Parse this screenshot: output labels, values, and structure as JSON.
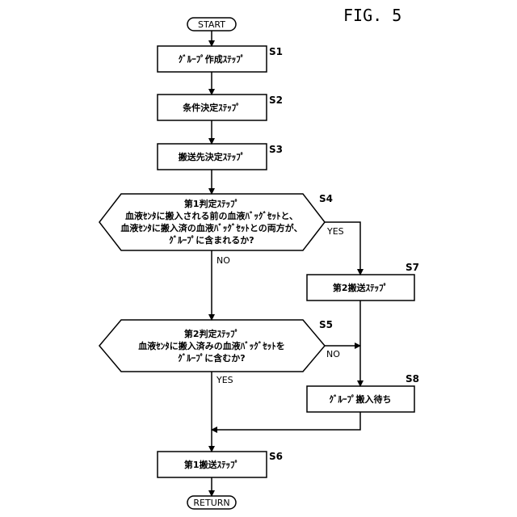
{
  "figure_label": "FIG. 5",
  "terminals": {
    "start": "START",
    "end": "RETURN"
  },
  "steps": {
    "s1": {
      "id": "S1",
      "text": "ｸﾞﾙｰﾌﾟ作成ｽﾃｯﾌﾟ"
    },
    "s2": {
      "id": "S2",
      "text": "条件決定ｽﾃｯﾌﾟ"
    },
    "s3": {
      "id": "S3",
      "text": "搬送先決定ｽﾃｯﾌﾟ"
    },
    "s4": {
      "id": "S4",
      "lines": [
        "第1判定ｽﾃｯﾌﾟ",
        "血液ｾﾝﾀに搬入される前の血液ﾊﾞｯｸﾞｾｯﾄと、",
        "血液ｾﾝﾀに搬入済の血液ﾊﾞｯｸﾞｾｯﾄとの両方が、",
        "ｸﾞﾙｰﾌﾟに含まれるか?"
      ]
    },
    "s5": {
      "id": "S5",
      "lines": [
        "第2判定ｽﾃｯﾌﾟ",
        "血液ｾﾝﾀに搬入済みの血液ﾊﾞｯｸﾞｾｯﾄを",
        "ｸﾞﾙｰﾌﾟに含むか?"
      ]
    },
    "s6": {
      "id": "S6",
      "text": "第1搬送ｽﾃｯﾌﾟ"
    },
    "s7": {
      "id": "S7",
      "text": "第2搬送ｽﾃｯﾌﾟ"
    },
    "s8": {
      "id": "S8",
      "text": "ｸﾞﾙｰﾌﾟ搬入待ち"
    }
  },
  "branch_labels": {
    "s4_yes": "YES",
    "s4_no": "NO",
    "s5_no": "NO",
    "s5_yes": "YES"
  }
}
